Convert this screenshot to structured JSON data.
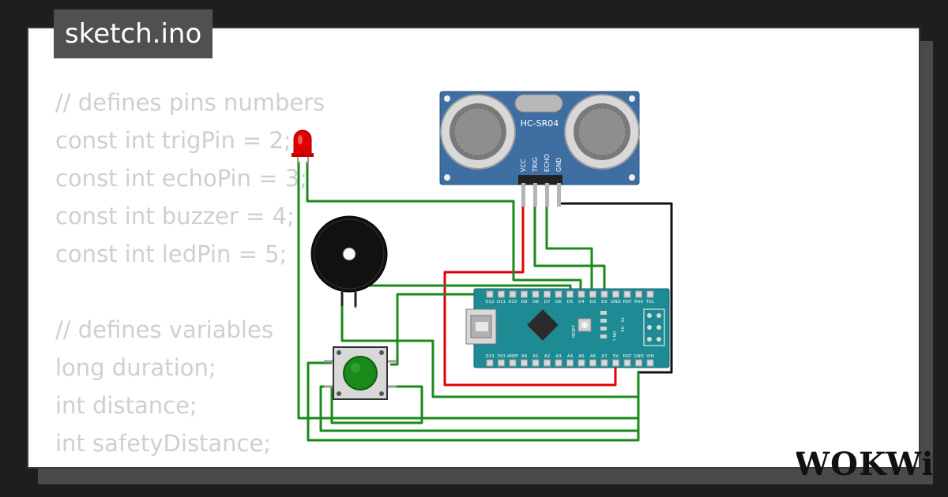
{
  "file_tab": {
    "label": "sketch.ino"
  },
  "code_lines": [
    "// defines pins numbers",
    "const int trigPin = 2;",
    "const int echoPin = 3;",
    "const int buzzer = 4;",
    "const int ledPin = 5;",
    "",
    "// defines variables",
    "long duration;",
    "int distance;",
    "int safetyDistance;"
  ],
  "sensor": {
    "model": "HC-SR04",
    "pins": [
      "VCC",
      "TRIG",
      "ECHO",
      "GND"
    ]
  },
  "arduino": {
    "top_pins": [
      "D12",
      "D11",
      "D10",
      "D9",
      "D8",
      "D7",
      "D6",
      "D5",
      "D4",
      "D3",
      "D2",
      "GND",
      "RST",
      "RX0",
      "TX1"
    ],
    "bottom_pins": [
      "D13",
      "3V3",
      "AREF",
      "A0",
      "A1",
      "A2",
      "A3",
      "A4",
      "A5",
      "A6",
      "A7",
      "5V",
      "RST",
      "GND",
      "VIN"
    ],
    "labels": [
      "RESET",
      "TX",
      "RX",
      "ON",
      "L"
    ]
  },
  "brand": {
    "logo_text": "WOKWi"
  },
  "colors": {
    "wire_green": "#1a8a1a",
    "wire_red": "#e00000",
    "wire_black": "#111111",
    "sensor_blue": "#3f6ea3",
    "arduino_teal": "#1e8a94"
  }
}
